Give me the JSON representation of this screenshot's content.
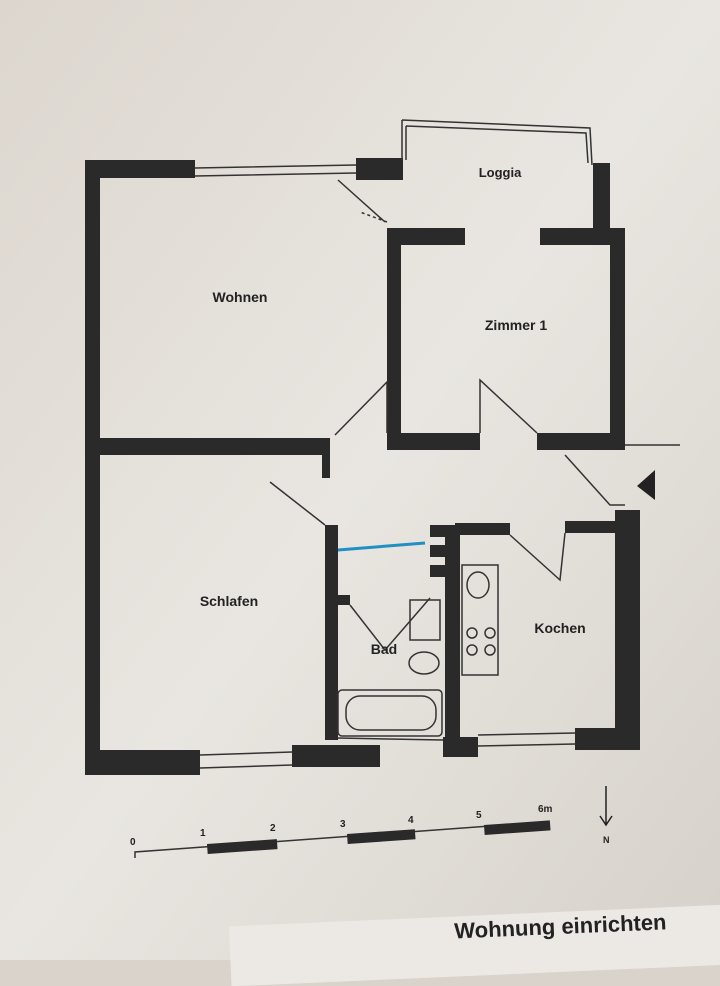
{
  "rooms": {
    "loggia": "Loggia",
    "wohnen": "Wohnen",
    "zimmer1": "Zimmer 1",
    "schlafen": "Schlafen",
    "bad": "Bad",
    "kochen": "Kochen"
  },
  "scale_bar": {
    "ticks": [
      "0",
      "1",
      "2",
      "3",
      "4",
      "5",
      "6m"
    ]
  },
  "north_label": "N",
  "footer_text": "Wohnung einrichten",
  "colors": {
    "paper": "#e6e2dc",
    "wall": "#2a2a2a",
    "marker": "#1f8fc4"
  }
}
